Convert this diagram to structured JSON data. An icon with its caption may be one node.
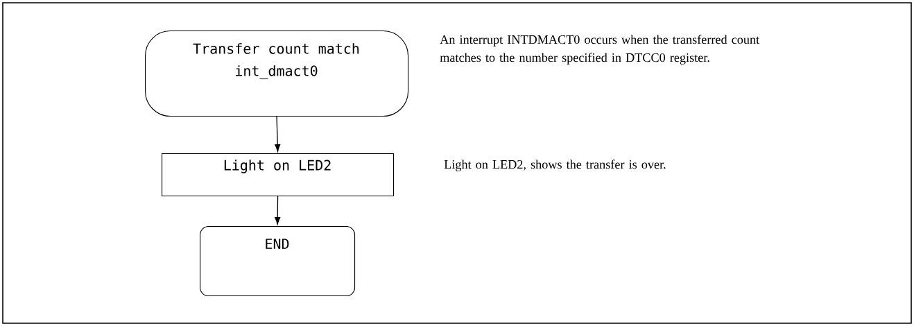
{
  "diagram": {
    "nodes": [
      {
        "text": [
          "Transfer count match",
          "int_dmact0"
        ]
      },
      {
        "text": [
          "Light on LED2"
        ]
      },
      {
        "text": [
          "END"
        ]
      }
    ],
    "edges": [
      {
        "from": 0,
        "to": 1,
        "arrow": "to"
      },
      {
        "from": 1,
        "to": 2,
        "arrow": "to"
      }
    ],
    "labels": [
      "An interrupt INTDMACT0 occurs when the transferred count matches to the number specified in DTCC0 register.",
      "Light on LED2, shows the transfer is over."
    ]
  }
}
